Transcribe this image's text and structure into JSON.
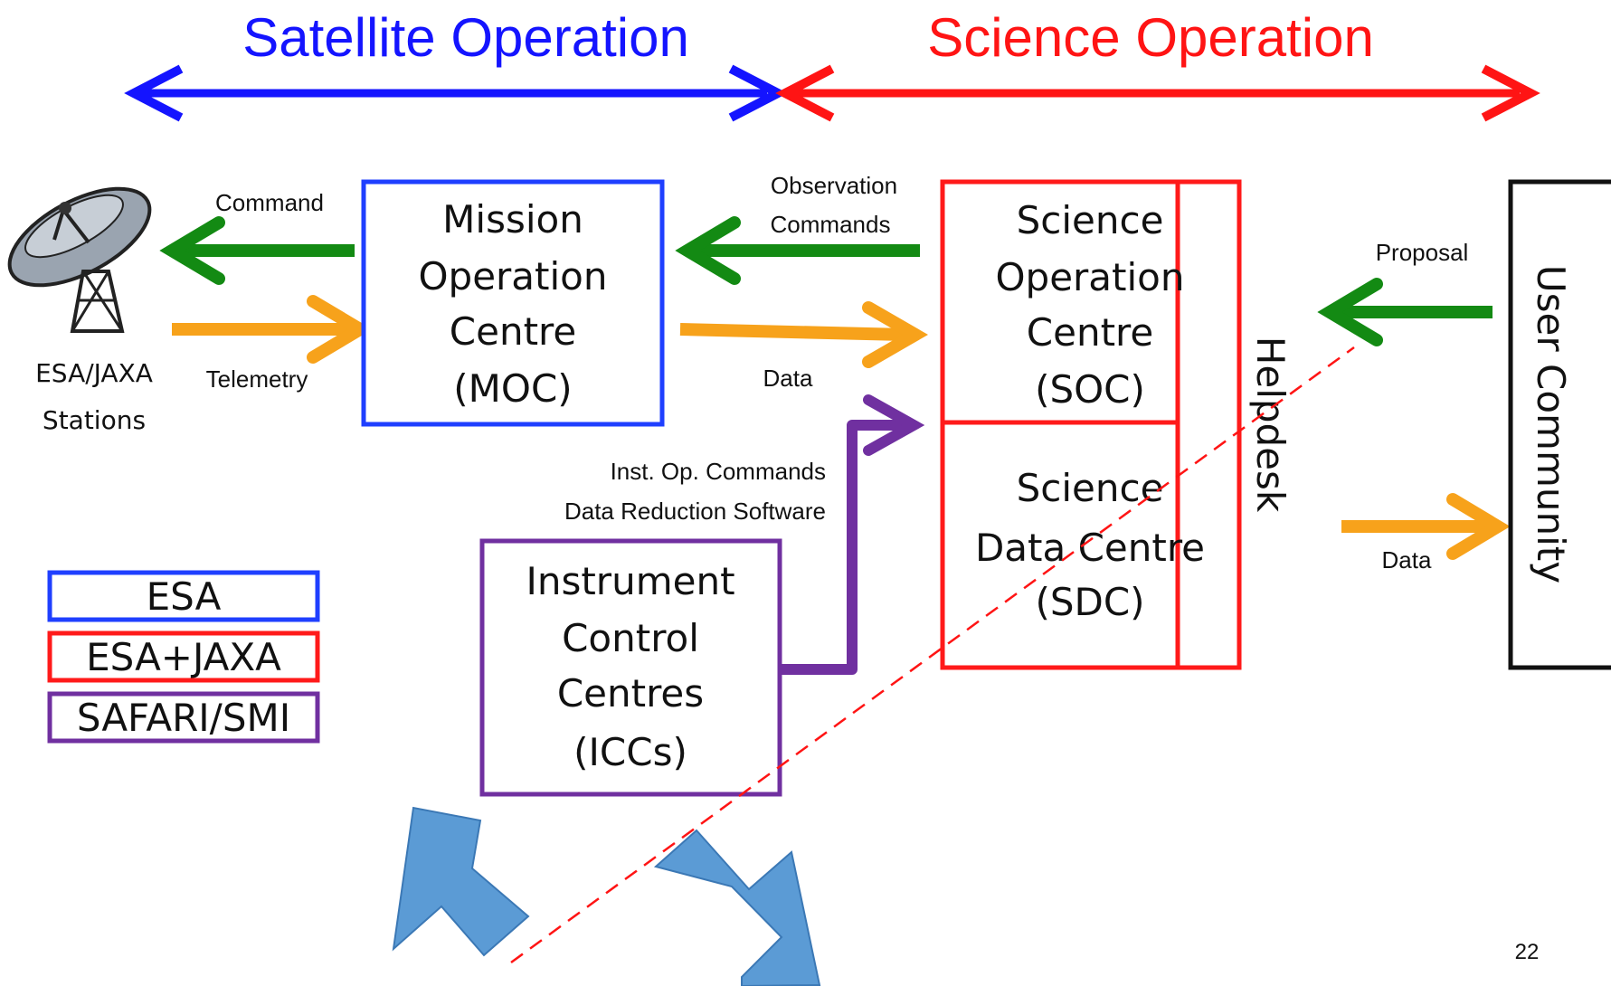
{
  "header": {
    "satellite_operation": "Satellite Operation",
    "science_operation": "Science Operation"
  },
  "stations": {
    "line1": "ESA/JAXA",
    "line2": "Stations"
  },
  "arrows": {
    "command": "Command",
    "telemetry": "Telemetry",
    "observation_line1": "Observation",
    "observation_line2": "Commands",
    "data_moc_soc": "Data",
    "inst_line1": "Inst. Op. Commands",
    "inst_line2": "Data Reduction Software",
    "proposal": "Proposal",
    "data_user": "Data"
  },
  "boxes": {
    "moc": [
      "Mission",
      "Operation",
      "Centre",
      "(MOC)"
    ],
    "soc": [
      "Science",
      "Operation",
      "Centre",
      "(SOC)"
    ],
    "sdc": [
      "Science",
      "Data Centre",
      "(SDC)"
    ],
    "icc": [
      "Instrument",
      "Control",
      "Centres",
      "(ICCs)"
    ],
    "helpdesk": "Helpdesk",
    "user_community": "User Community"
  },
  "legend": [
    {
      "label": "ESA",
      "color": "#1f3fff"
    },
    {
      "label": "ESA+JAXA",
      "color": "#ff1a1a"
    },
    {
      "label": "SAFARI/SMI",
      "color": "#7030a0"
    }
  ],
  "colors": {
    "esa_blue": "#1414ff",
    "science_red": "#ff1414",
    "command_green": "#138a13",
    "telemetry_orange": "#f7a21b",
    "safari_purple": "#7030a0",
    "big_arrow_blue": "#5b9bd5"
  },
  "page_number": "22"
}
